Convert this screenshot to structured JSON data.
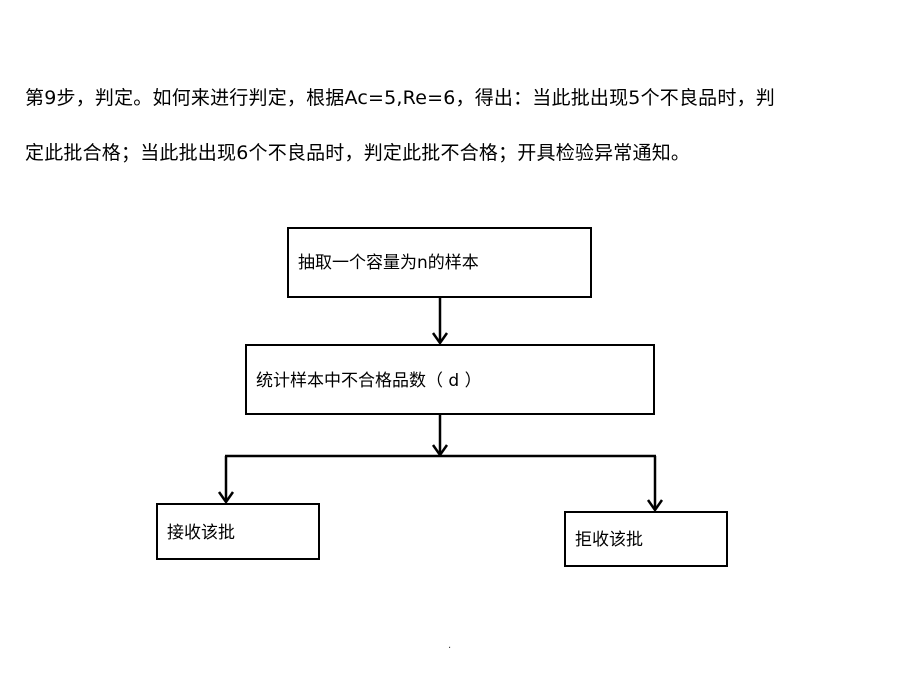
{
  "paragraph": {
    "line1": "第9步，判定。如何来进行判定，根据Ac=5,Re=6，得出：当此批出现5个不良品时，判",
    "line2": "定此批合格；当此批出现6个不良品时，判定此批不合格；开具检验异常通知。"
  },
  "flowchart": {
    "step1": "抽取一个容量为n的样本",
    "step2": "统计样本中不合格品数（ d ）",
    "accept": "接收该批",
    "reject": "拒收该批"
  },
  "footer": {
    "page_mark": "."
  },
  "colors": {
    "line": "#000000",
    "background": "#ffffff"
  }
}
